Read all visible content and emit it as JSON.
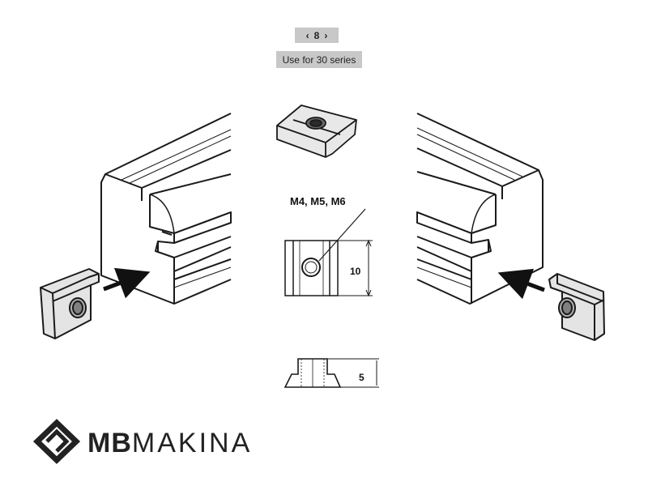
{
  "spec": {
    "width_value": "8",
    "series_note": "Use for 30 series"
  },
  "dimensions": {
    "thread_sizes": "M4, M5, M6",
    "height": "10",
    "thickness": "5"
  },
  "brand": {
    "strong": "MB",
    "light": "MAKINA"
  },
  "icons": [
    "t-slot-nut-icon",
    "aluminum-profile-icon",
    "insert-arrow-icon",
    "mb-logo-icon"
  ],
  "colors": {
    "line": "#1a1a1a",
    "nut_fill": "#e2e2e2",
    "badge": "#c8c8c8"
  }
}
